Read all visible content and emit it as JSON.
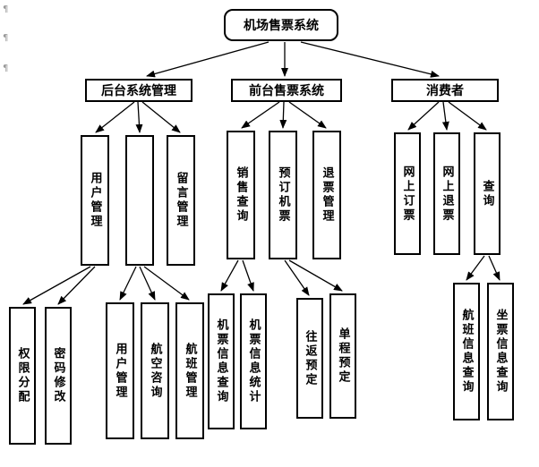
{
  "marks": {
    "m1": "¶",
    "m2": "¶",
    "m3": "¶"
  },
  "nodes": {
    "root": "机场售票系统",
    "backend": "后台系统管理",
    "frontend": "前台售票系统",
    "consumer": "消费者",
    "user_mgmt": "用户管理",
    "blank": "",
    "message_mgmt": "留言管理",
    "sales_query": "销售查询",
    "book_ticket": "预订机票",
    "refund_mgmt": "退票管理",
    "online_booking": "网上订票",
    "online_refund": "网上退票",
    "query": "查询",
    "permission": "权限分配",
    "password": "密码修改",
    "user_mgmt2": "用户管理",
    "aviation_consult": "航空咨询",
    "flight_mgmt": "航班管理",
    "ticket_info_query": "机票信息查询",
    "ticket_info_stats": "机票信息统计",
    "round_trip": "往返预定",
    "one_way": "单程预定",
    "flight_info_query": "航班信息查询",
    "seat_info_query": "坐票信息查询"
  }
}
